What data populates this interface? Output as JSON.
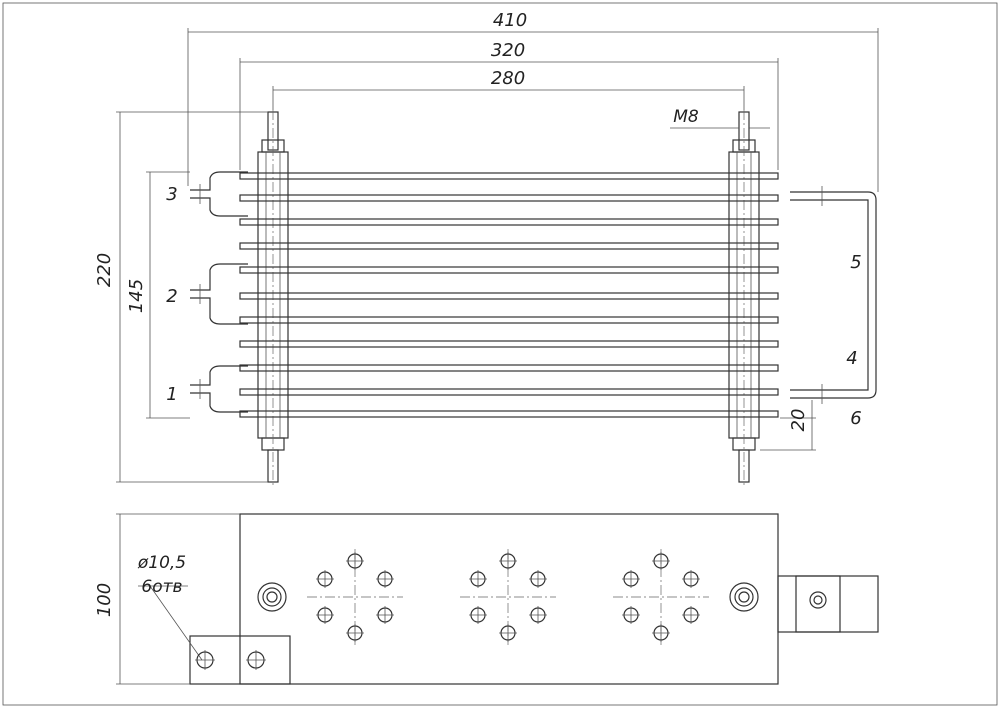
{
  "dimensions": {
    "overall_length": "410",
    "tube_length": "320",
    "rod_spacing": "280",
    "thread": "M8",
    "overall_height": "220",
    "terminal_span": "145",
    "offset": "20",
    "depth": "100",
    "hole_diameter": "ø10,5",
    "hole_count": "6отв"
  },
  "terminals": {
    "t1": "1",
    "t2": "2",
    "t3": "3",
    "t4": "4",
    "t5": "5",
    "t6": "6"
  },
  "colors": {
    "line": "#333333",
    "background": "#ffffff"
  }
}
